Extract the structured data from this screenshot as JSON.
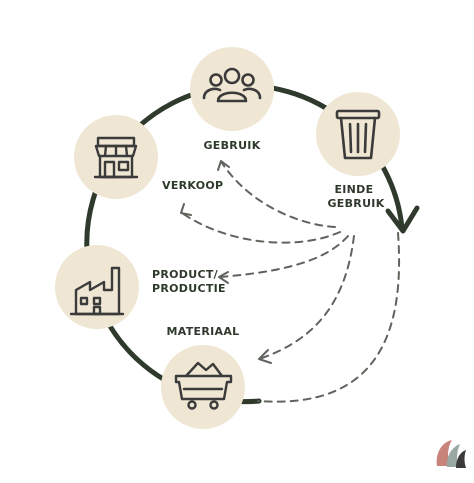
{
  "diagram": {
    "nodes": [
      {
        "key": "gebruik",
        "label_lines": [
          "GEBRUIK"
        ],
        "icon": "people-icon"
      },
      {
        "key": "einde-gebruik",
        "label_lines": [
          "EINDE",
          "GEBRUIK"
        ],
        "icon": "trash-bin-icon"
      },
      {
        "key": "verkoop",
        "label_lines": [
          "VERKOOP"
        ],
        "icon": "shop-icon"
      },
      {
        "key": "product-productie",
        "label_lines": [
          "PRODUCT/",
          "PRODUCTIE"
        ],
        "icon": "factory-icon"
      },
      {
        "key": "materiaal",
        "label_lines": [
          "MATERIAAL"
        ],
        "icon": "mine-cart-icon"
      }
    ],
    "colors": {
      "circle_fill": "#efe7d4",
      "ring": "#2f3a2d",
      "icon": "#3b3b3b",
      "logo": [
        "#c8847a",
        "#9aa8a3",
        "#3a3a3a"
      ]
    }
  }
}
